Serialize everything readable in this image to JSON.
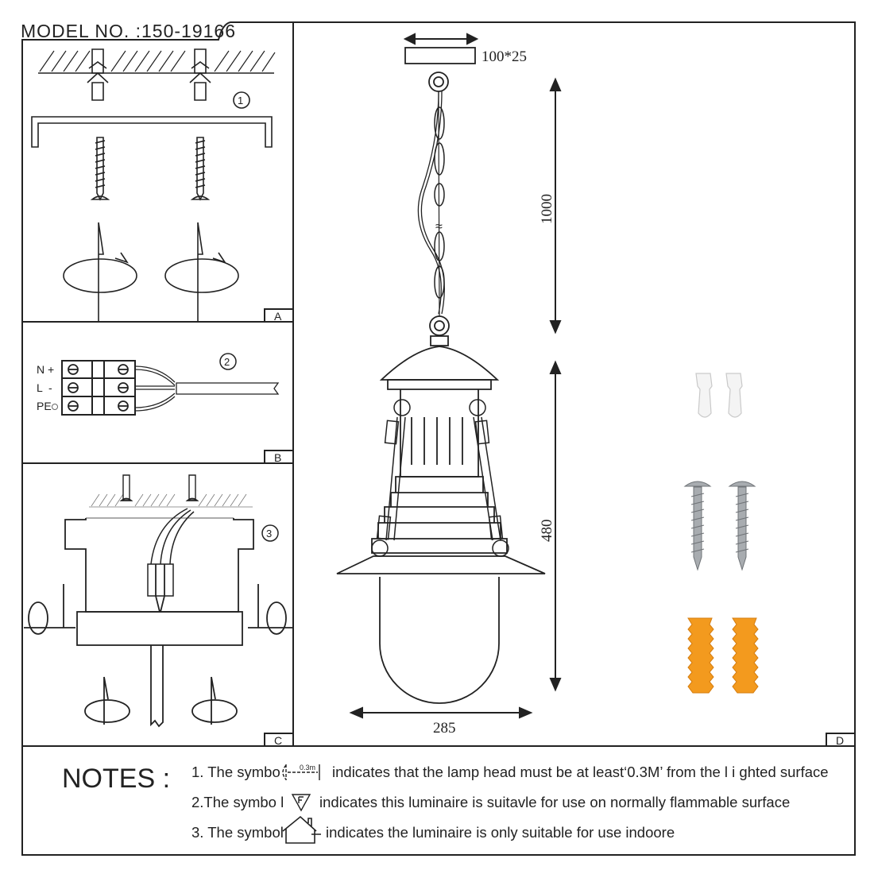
{
  "header": {
    "model_label": "MODEL NO. :150-19166"
  },
  "panels": {
    "a": {
      "label": "A",
      "step": "1"
    },
    "b": {
      "label": "B",
      "step": "2",
      "terminals": [
        "N +",
        "L  -",
        "PE"
      ]
    },
    "c": {
      "label": "C",
      "step": "3"
    },
    "d": {
      "label": "D"
    }
  },
  "dimensions": {
    "canopy": "100*25",
    "chain_length": "1000",
    "lamp_height": "480",
    "lamp_diameter": "285",
    "symbol_distance": "0.3m"
  },
  "notes": {
    "title": "NOTES :",
    "items": [
      {
        "prefix": "1. The symbo",
        "text": "indicates that the lamp head must be at least‘0.3M’ from the l i ghted surface",
        "icon": "distance-0.3m-icon"
      },
      {
        "prefix": "2.The symbo l",
        "text": "indicates this luminaire is suitavle for use on normally flammable surface",
        "icon": "flammable-surface-f-icon"
      },
      {
        "prefix": "3. The symbol",
        "text": "indicates the luminaire is only suitable for use indoore",
        "icon": "indoor-house-icon"
      }
    ]
  },
  "colors": {
    "line": "#222222",
    "anchor": "#f39a1e",
    "screw": "#a8acb0",
    "wirenut": "#f4f4f4"
  }
}
